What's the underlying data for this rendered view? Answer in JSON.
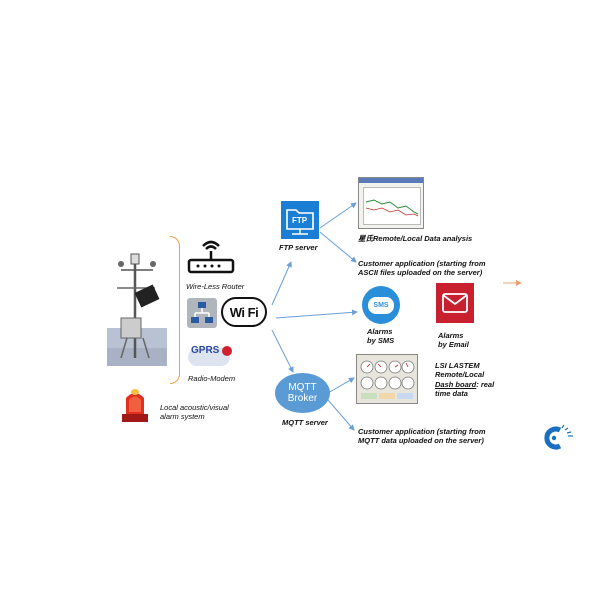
{
  "devices": {
    "router_label": "Wire-Less Router",
    "radio_label": "Radio-Modem",
    "gprs_text": "GPRS",
    "wifi_text": "Wi Fi",
    "alarm_label": "Local acoustic/visual alarm system"
  },
  "ftp": {
    "icon_text": "FTP",
    "label": "FTP server"
  },
  "mqtt": {
    "broker_text": "MQTT Broker",
    "label": "MQTT server"
  },
  "apps": {
    "data_analysis": "星氏Remote/Local Data analysis",
    "ftp_customer": "Customer application (starting from ASCII files uploaded on the server)",
    "sms_icon_text": "SMS",
    "sms_label": "Alarms by SMS",
    "email_label": "Alarms by Email",
    "dashboard_line1": "LSI LASTEM Remote/Local",
    "dashboard_underline": "Dash board",
    "dashboard_rest": ": real time data",
    "mqtt_customer": "Customer application (starting from MQTT data uploaded on the server)"
  },
  "colors": {
    "ftp_blue": "#1a7fd4",
    "mqtt_blue": "#5b9bd5",
    "sms_blue": "#2a8fd8",
    "email_red": "#c8202e",
    "arrow_blue": "#6a9fd8",
    "bracket_orange": "#f0a040"
  },
  "icons": {
    "router": "wifi-router-icon",
    "network": "network-switch-icon",
    "wifi": "wifi-logo-icon",
    "gprs": "gprs-radio-icon",
    "station": "weather-station-icon",
    "alarm": "alarm-siren-icon",
    "ftp": "ftp-server-icon",
    "sms": "sms-bubble-icon",
    "email": "email-envelope-icon",
    "logo": "brand-logo-icon"
  }
}
